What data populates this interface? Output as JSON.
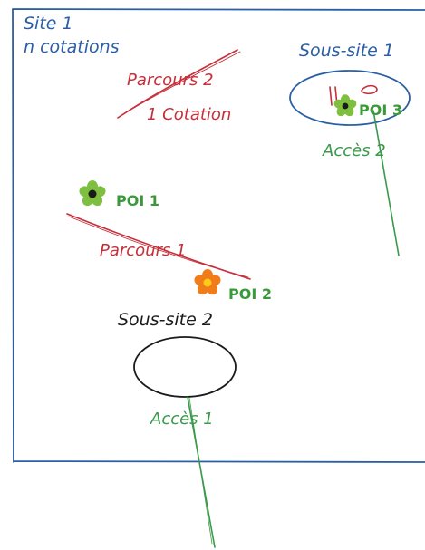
{
  "site": {
    "title": "Site 1",
    "subtitle": "n cotations"
  },
  "parcours": [
    {
      "label": "Parcours 2",
      "note": "1 Cotation"
    },
    {
      "label": "Parcours 1"
    }
  ],
  "sous_sites": [
    {
      "label": "Sous-site 1"
    },
    {
      "label": "Sous-site 2"
    }
  ],
  "pois": [
    {
      "label": "POI 1"
    },
    {
      "label": "POI 2"
    },
    {
      "label": "POI 3"
    }
  ],
  "acces": [
    {
      "label": "Accès 1"
    },
    {
      "label": "Accès 2"
    }
  ],
  "colors": {
    "site": "#2b5fa5",
    "parcours": "#c62f3a",
    "acces": "#3a9a4a",
    "poi_text": "#3a9a3a",
    "poi_green": "#7fbf3f",
    "poi_orange": "#f07d1a",
    "poi_center": "#ffcc1a",
    "black": "#1b1b1b"
  }
}
